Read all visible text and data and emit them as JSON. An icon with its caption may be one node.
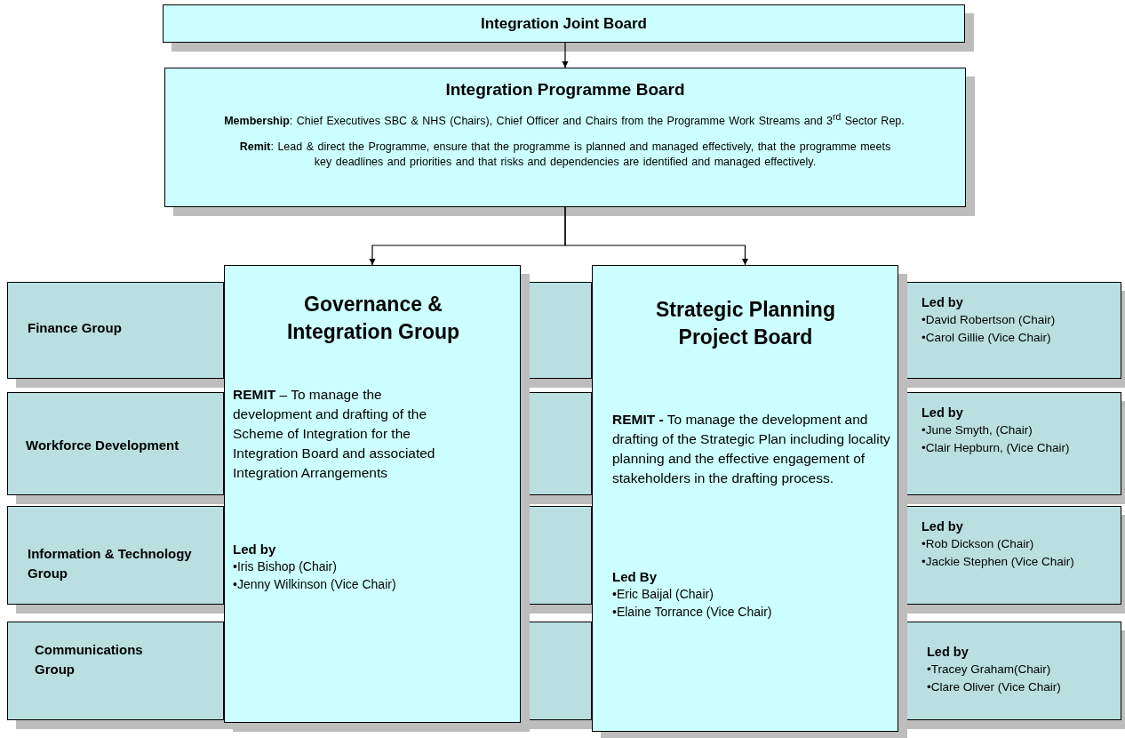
{
  "diagram": {
    "nodes": [
      {
        "text": [
          "Integration Joint Board"
        ]
      },
      {
        "text": [
          "Integration Programme Board",
          "**Membership**:  Chief Executives  SBC & NHS  (Chairs), Chief Officer and Chairs from the Programme Work Streams and 3$^{rd}$ Sector Rep.",
          "**Remit**: Lead & direct the Programme, ensure that the programme is planned and managed effectively, that the programme meets key deadlines and priorities and that risks and dependencies are identified and managed effectively."
        ]
      },
      {
        "text": [
          "Governance & Integration Group",
          "**REMIT** – To manage the development and drafting of the Scheme of Integration for the Integration Board and associated Integration Arrangements",
          "Led by",
          "•Iris Bishop (Chair)",
          "•Jenny Wilkinson (Vice Chair)"
        ]
      },
      {
        "text": [
          "Strategic Planning Project Board",
          "**REMIT -** To manage the development and drafting of the Strategic Plan including locality planning and the effective engagement of stakeholders in the drafting process.",
          "Led By",
          "•Eric Baijal (Chair)",
          "•Elaine Torrance (Vice Chair)"
        ]
      },
      {
        "text": [
          "Finance Group"
        ]
      },
      {
        "text": [],
        "shape": "box"
      },
      {
        "text": [
          "Led by",
          "•David Robertson (Chair)",
          "•Carol Gillie (Vice Chair)"
        ]
      },
      {
        "text": [
          "Workforce Development"
        ]
      },
      {
        "text": [],
        "shape": "box"
      },
      {
        "text": [
          "Led by",
          "•June Smyth, (Chair)",
          "•Clair Hepburn, (Vice Chair)"
        ]
      },
      {
        "text": [
          "Information & Technology Group"
        ]
      },
      {
        "text": [],
        "shape": "box"
      },
      {
        "text": [
          "Led by",
          "•Rob Dickson (Chair)",
          "•Jackie Stephen (Vice Chair)"
        ]
      },
      {
        "text": [
          "Communications Group"
        ]
      },
      {
        "text": [],
        "shape": "box"
      },
      {
        "text": [
          "Led by",
          "•Tracey Graham(Chair)",
          "•Clare Oliver (Vice Chair)"
        ]
      }
    ],
    "edges": [
      {
        "from": 0,
        "to": 1,
        "arrow": "to"
      },
      {
        "from": 1,
        "to": 2,
        "arrow": "to"
      },
      {
        "from": 1,
        "to": 3,
        "arrow": "to"
      }
    ]
  }
}
